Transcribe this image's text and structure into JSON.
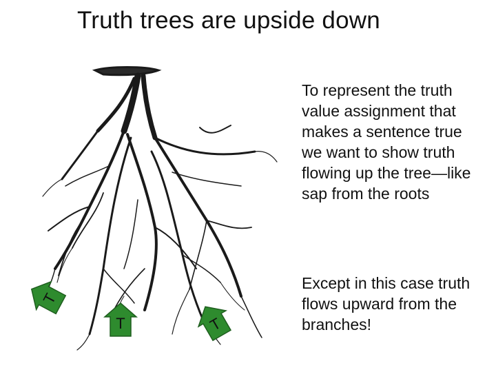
{
  "slide": {
    "title": "Truth trees are upside down",
    "paragraphs": [
      "To represent the truth value assignment that makes a sentence true we want to show truth flowing up the tree—like sap from the roots",
      "Except in this case truth flows upward from the branches!"
    ],
    "arrows": [
      {
        "label": "T"
      },
      {
        "label": "T"
      },
      {
        "label": "T"
      }
    ],
    "colors": {
      "arrow_fill": "#2e8b2e",
      "arrow_stroke": "#1f5e1f",
      "roots": "#1a1a1a"
    }
  }
}
